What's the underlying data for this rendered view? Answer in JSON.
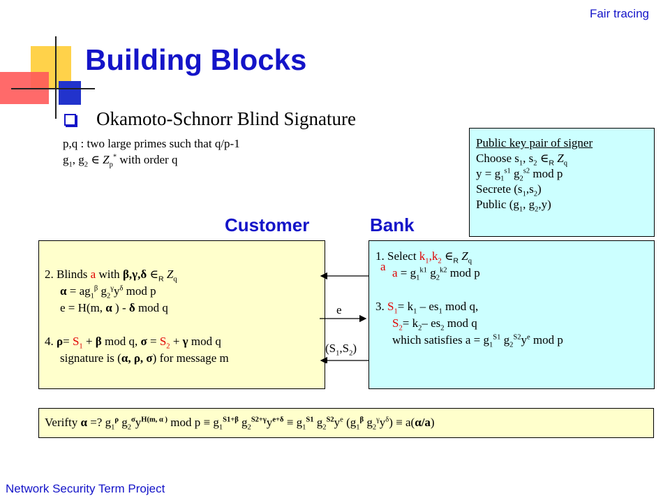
{
  "header": {
    "topic": "Fair tracing",
    "title": "Building Blocks",
    "footer": "Network Security Term Project"
  },
  "colors": {
    "accent_blue": "#1414c8",
    "red": "#e00000",
    "box_cyan": "#ccffff",
    "box_yellow": "#ffffcc",
    "deco_yellow": "#ffd24a",
    "deco_red": "#ff5a5a",
    "deco_blue": "#2233cc"
  },
  "section": {
    "bullet_icon": "checkbox-bullet-icon",
    "heading": "Okamoto-Schnorr Blind Signature",
    "line1": "p,q : two large primes such that q/p-1",
    "line2": {
      "g": "g",
      "i1": "1",
      "sep": ", g",
      "i2": "2",
      "elem": " ∈ Z",
      "sub_p": "p",
      "star": "*",
      "rest": " with order q"
    }
  },
  "public_key_box": {
    "title": "Public key pair of signer",
    "choose": {
      "a": "Choose s",
      "i1": "1",
      "b": ", s",
      "i2": "2",
      "c": " ∈",
      "r": "R",
      "zq": " Z",
      "q": "q"
    },
    "y": {
      "a": "y = g",
      "s1": "1",
      "e1": "s1",
      "b": " g",
      "s2": "2",
      "e2": "s2",
      "c": " mod p"
    },
    "secret": {
      "a": "Secrete (s",
      "i1": "1",
      "b": ",s",
      "i2": "2",
      "c": ")"
    },
    "public": {
      "a": "Public (g",
      "i1": "1",
      "b": ", g",
      "i2": "2",
      "c": ",y)"
    }
  },
  "roles": {
    "customer": "Customer",
    "bank": "Bank"
  },
  "messages": {
    "a": "a",
    "e": "e",
    "s": {
      "a": "(S",
      "i1": "1",
      "b": ",S",
      "i2": "2",
      "c": ")"
    }
  },
  "customer_box": {
    "l1": {
      "a": "2. Blinds ",
      "var": "a",
      "b": " with ",
      "greek": "β,γ,δ",
      "c": " ∈",
      "r": "R",
      "d": " Z",
      "q": "q"
    },
    "l2": {
      "a": "α",
      "b": " = ag",
      "s1": "1",
      "e1": "β",
      "c": " g",
      "s2": "2",
      "e2": "γ",
      "d": "y",
      "e3": "δ",
      "e": "  mod p"
    },
    "l3": {
      "a": "e = H(m, ",
      "alpha": "α",
      "b": " ) - ",
      "delta": "δ",
      "c": "  mod q"
    },
    "l4": {
      "a": "4. ",
      "rho": "ρ",
      "b": "= ",
      "S": "S",
      "i1": "1",
      "c": " + ",
      "beta": "β",
      "d": " mod q,  ",
      "sigma": "σ",
      "e": " = ",
      "S2": "S",
      "i2": "2",
      "f": " + ",
      "gamma": "γ",
      "g": " mod q"
    },
    "l5": {
      "a": "signature is (",
      "triple": "α, ρ, σ",
      "b": ") for message m"
    }
  },
  "bank_box": {
    "l1": {
      "a": "1. Select ",
      "k": "k",
      "i1": "1",
      "b": ",k",
      "i2": "2",
      "c": " ∈",
      "r": "R",
      "d": " Z",
      "q": "q"
    },
    "l2": {
      "a": "a",
      "b": " = g",
      "s1": "1",
      "e1": "k1",
      "c": " g",
      "s2": "2",
      "e2": "k2",
      "d": " mod p"
    },
    "l3": {
      "a": "3. ",
      "S": "S",
      "i1": "1",
      "b": "= k",
      "k1": "1",
      "c": " – es",
      "s1": "1",
      "d": " mod q,"
    },
    "l4": {
      "S": "S",
      "i2": "2",
      "b": "= k",
      "k2": "2",
      "c": "– es",
      "s2": "2",
      "d": " mod q"
    },
    "l5": {
      "a": "which satisfies a = g",
      "s1": "1",
      "e1": "S1",
      "b": " g",
      "s2": "2",
      "e2": "S2",
      "c": "y",
      "e3": "e",
      "d": " mod p"
    }
  },
  "verify_box": {
    "label": "Verifty  ",
    "alpha": "α",
    "eq": " =? g",
    "s1": "1",
    "e1": "ρ",
    "g2": " g",
    "s2": "2",
    "e2": "σ",
    "y": "y",
    "e3": "H(m, α )",
    "modp": " mod p ≡ g",
    "s3": "1",
    "e4": "S1+β",
    "g22": " g",
    "s4": "2",
    "e5": "S2+γ",
    "y2": "y",
    "e6": "e+δ",
    "equiv": " ≡ g",
    "s5": "1",
    "e7": "S1",
    "g23": " g",
    "s6": "2",
    "e8": "S2",
    "y3": "y",
    "e9": "e",
    "paren": " (g",
    "s7": "1",
    "e10": "β",
    "g24": " g",
    "s8": "2",
    "e11": "γ",
    "y4": "y",
    "e12": "δ",
    "close": ") ≡ a(",
    "frac": "α/a",
    "end": ")"
  }
}
